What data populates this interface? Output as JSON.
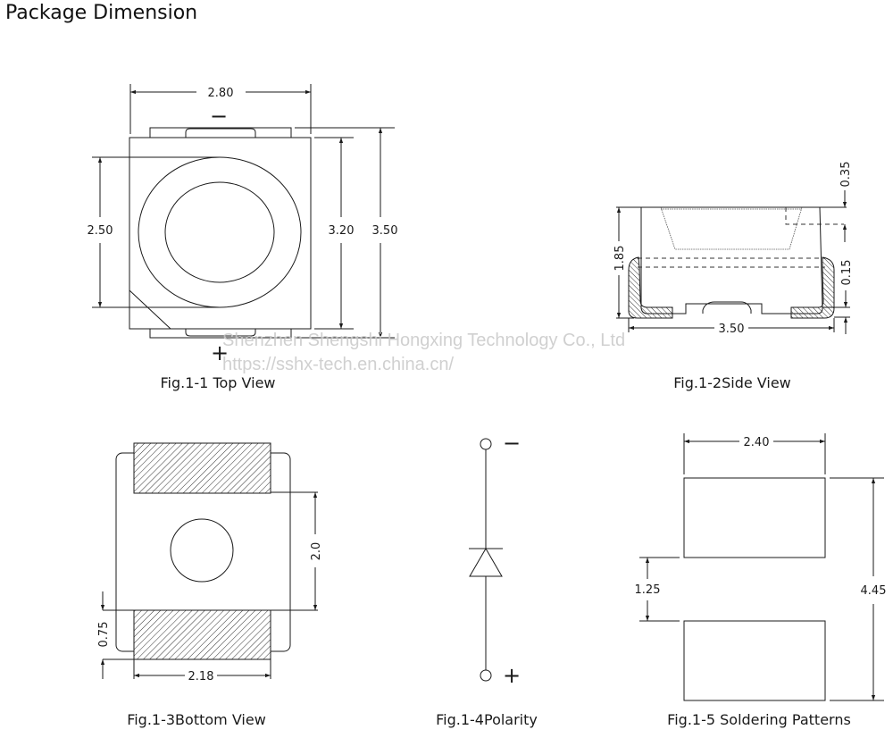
{
  "title": "Package Dimension",
  "watermark": {
    "line1": "Shenzhen Shengshi Hongxing Technology Co., Ltd",
    "line2": "https://sshx-tech.en.china.cn/"
  },
  "figures": {
    "top_view": {
      "caption": "Fig.1-1 Top View",
      "dims": {
        "width": "2.80",
        "lens_diameter": "2.50",
        "body_height": "3.20",
        "total_height": "3.50"
      },
      "cathode_mark": "−",
      "anode_mark": "+"
    },
    "side_view": {
      "caption": "Fig.1-2Side View",
      "dims": {
        "height": "1.85",
        "length": "3.50",
        "top_offset": "0.35",
        "lead_thickness": "0.15"
      }
    },
    "bottom_view": {
      "caption": "Fig.1-3Bottom View",
      "dims": {
        "pad_spacing": "2.0",
        "pad_height": "0.75",
        "pad_width": "2.18"
      }
    },
    "polarity": {
      "caption": "Fig.1-4Polarity",
      "cathode_mark": "−",
      "anode_mark": "+"
    },
    "soldering": {
      "caption": "Fig.1-5 Soldering Patterns",
      "dims": {
        "pad_width": "2.40",
        "gap": "1.25",
        "total_length": "4.45"
      }
    }
  }
}
